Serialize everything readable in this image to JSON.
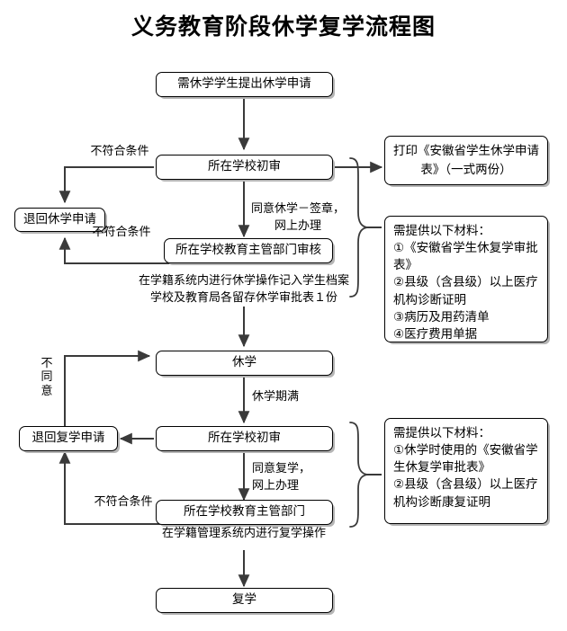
{
  "title": "义务教育阶段休学复学流程图",
  "nodes": {
    "apply": "需休学学生提出休学申请",
    "school_review_1": "所在学校初审",
    "print_form": "打印《安徽省学生休学申请表》（一式两份）",
    "return_leave_apply": "退回休学申请",
    "edu_dept_review": "所在学校教育主管部门审核",
    "materials_leave": "需提供以下材料：\n①《安徽省学生休复学审批表》\n②县级（含县级）以上医疗机构诊断证明\n③病历及用药清单\n④医疗费用单据",
    "on_leave": "休学",
    "school_review_2": "所在学校初审",
    "return_return_apply": "退回复学申请",
    "edu_dept_process": "所在学校教育主管部门",
    "materials_return": "需提供以下材料：\n①休学时使用的《安徽省学生休复学审批表》\n②县级（含县级）以上医疗机构诊断康复证明",
    "resume": "复学"
  },
  "labels": {
    "not_qualified_1": "不符合条件",
    "not_qualified_2": "不符合条件",
    "not_qualified_3": "不符合条件",
    "agree_leave": "同意休学－签章，\n网上办理",
    "leave_note": "在学籍系统内进行休学操作记入学生档案\n学校及教育局各留存休学审批表１份",
    "disagree_char_1": "不",
    "disagree_char_2": "同",
    "disagree_char_3": "意",
    "leave_expired": "休学期满",
    "agree_return": "同意复学，\n网上办理",
    "return_note": "在学籍管理系统内进行复学操作"
  },
  "colors": {
    "line": "#3a3a3a",
    "border": "#000000",
    "shadow": "#b5b5b5",
    "background": "#ffffff"
  }
}
